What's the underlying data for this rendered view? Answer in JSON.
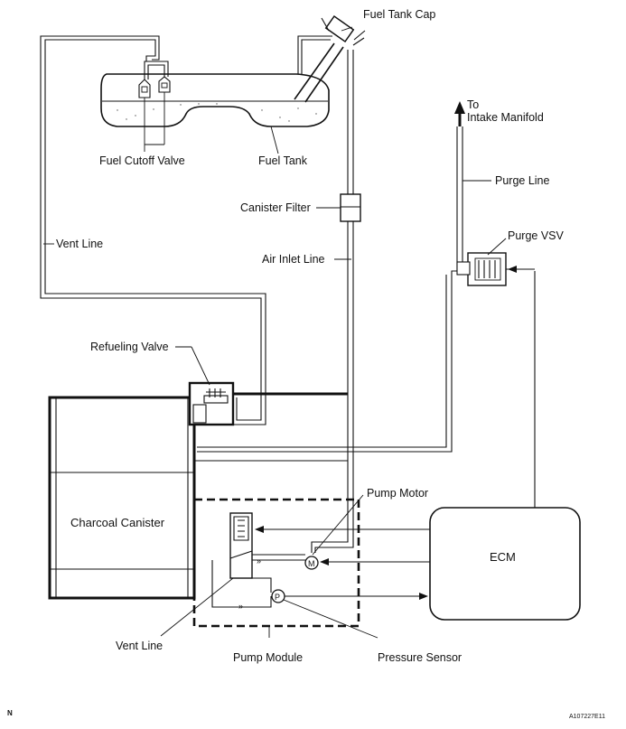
{
  "labels": {
    "fuel_tank_cap": "Fuel Tank Cap",
    "fuel_cutoff_valve": "Fuel Cutoff Valve",
    "fuel_tank": "Fuel Tank",
    "to_intake_line1": "To",
    "to_intake_line2": "Intake Manifold",
    "purge_line": "Purge Line",
    "purge_vsv": "Purge VSV",
    "canister_filter": "Canister Filter",
    "vent_line_upper": "Vent Line",
    "air_inlet_line": "Air Inlet Line",
    "refueling_valve": "Refueling Valve",
    "charcoal_canister": "Charcoal Canister",
    "pump_motor": "Pump Motor",
    "ecm": "ECM",
    "vent_line_lower": "Vent Line",
    "pump_module": "Pump Module",
    "pressure_sensor": "Pressure Sensor",
    "motor_symbol": "M",
    "pressure_symbol": "P",
    "corner_left": "N",
    "corner_right": "A107227E11"
  }
}
